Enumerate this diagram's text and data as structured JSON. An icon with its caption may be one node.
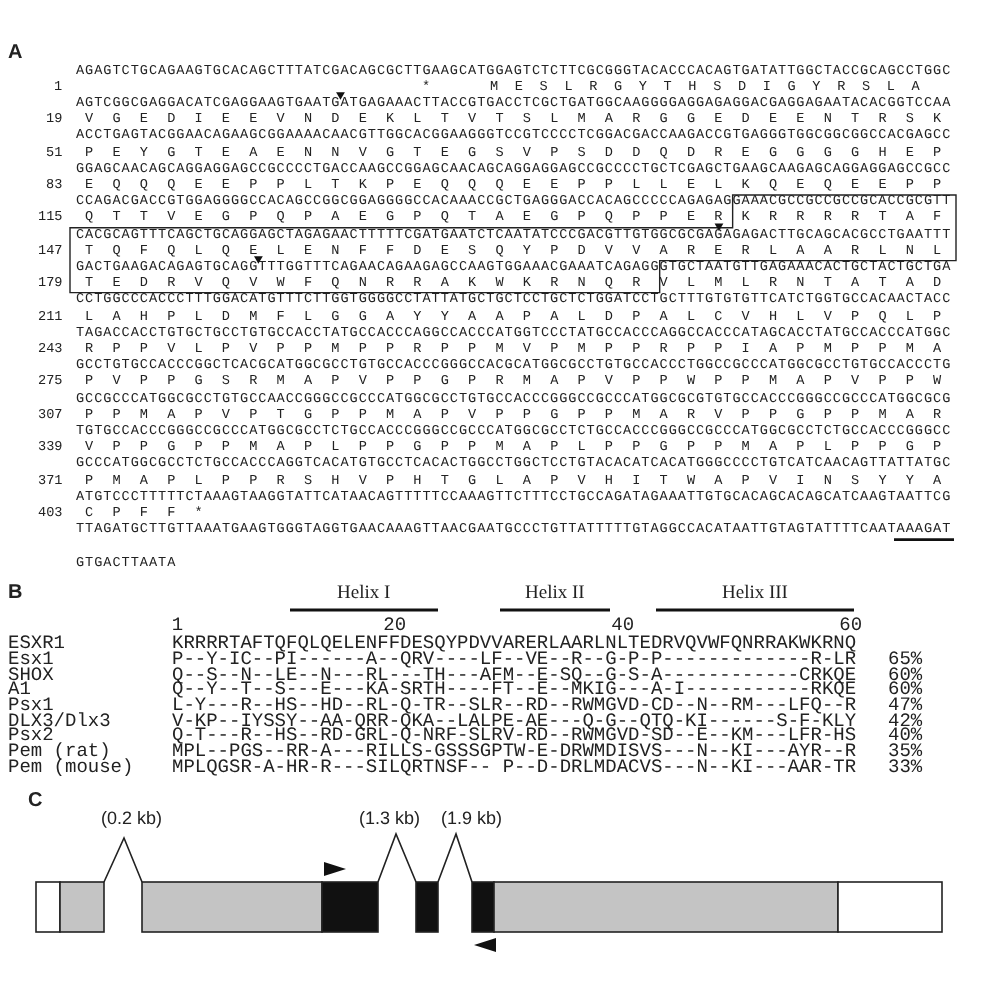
{
  "diagram": {
    "labels": [
      "A",
      "AGAGTCTGCAGAAGTGCACAGCTTTATCGACAGCGCTTGAAGCATGGAGTCTCTTCGCGGGTACACCCACAGTGATATTGGCTACCGCAGCCTGGC",
      "1",
      "*",
      "M E S L R G Y T H S D I G Y R S L A",
      "AGTCGGCGAGGACATCGAGGAAGTGAATGATGAGAAACTTACCGTGACCTCGCTGATGGCAAGGGGAGGAGAGGACGAGGAGAATACACGGTCCAA",
      "19",
      "V G E D I E E V N D E K L T V T S L M A R G G E D E E N T R S K",
      "ACCTGAGTACGGAACAGAAGCGGAAAACAACGTTGGCACGGAAGGGTCCGTCCCCTCGGACGACCAAGACCGTGAGGGTGGCGGCGGCCACGAGCC",
      "51",
      "P E Y G T E A E N N V G T E G S V P S D D Q D R E G G G G H E P",
      "GGAGCAACAGCAGGAGGAGCCGCCCCTGACCAAGCCGGAGCAACAGCAGGAGGAGCCGCCCCTGCTCGAGCTGAAGCAAGAGCAGGAGGAGCCGCC",
      "83",
      "E Q Q Q E E P P L T K P E Q Q Q E E P P L L E L K Q E Q E E P P",
      "CCAGACGACCGTGGAGGGGCCACAGCCGGCGGAGGGGCCACAAACCGCTGAGGGACCACAGCCCCCAGAGAGGAAACGCCGCCGCCGCACCGCGTT",
      "115",
      "Q T T V E G P Q P A E G P Q T A E G P Q P P E R K R R R R T A F",
      "CACGCAGTTTCAGCTGCAGGAGCTAGAGAACTTTTTCGATGAATCTCAATATCCCGACGTTGTGGCGCGAGAGAGACTTGCAGCACGCCTGAATTT",
      "147",
      "T Q F Q L Q E L E N F F D E S Q Y P D V V A R E R L A A R L N L",
      "GACTGAAGACAGAGTGCAGGTTTGGTTTCAGAACAGAAGAGCCAAGTGGAAACGAAATCAGAGGGTGCTAATGTTGAGAAACACTGCTACTGCTGA",
      "179",
      "T E D R V Q V W F Q N R R A K W K R N Q R V L M L R N T A T A D",
      "CCTGGCCCACCCTTTGGACATGTTTCTTGGTGGGGCCTATTATGCTGCTCCTGCTCTGGATCCTGCTTTGTGTGTTCATCTGGTGCCACAACTACC",
      "211",
      "L A H P L D M F L G G A Y Y A A P A L D P A L C V H L V P Q L P",
      "TAGACCACCTGTGCTGCCTGTGCCACCTATGCCACCCAGGCCACCCATGGTCCCTATGCCACCCAGGCCACCCATAGCACCTATGCCACCCATGGC",
      "243",
      "R P P V L P V P P M P P R P P M V P M P P R P P I A P M P P M A",
      "GCCTGTGCCACCCGGCTCACGCATGGCGCCTGTGCCACCCGGGCCACGCATGGCGCCTGTGCCACCCTGGCCGCCCATGGCGCCTGTGCCACCCTG",
      "275",
      "P V P P G S R M A P V P P G P R M A P V P P W P P M A P V P P W",
      "GCCGCCCATGGCGCCTGTGCCAACCGGGCCGCCCATGGCGCCTGTGCCACCCGGGCCGCCCATGGCGCGTGTGCCACCCGGGCCGCCCATGGCGCG",
      "307",
      "P P M A P V P T G P P M A P V P P G P P M A R V P P G P P M A R",
      "TGTGCCACCCGGGCCGCCCATGGCGCCTCTGCCACCCGGGCCGCCCATGGCGCCTCTGCCACCCGGGCCGCCCATGGCGCCTCTGCCACCCGGGCC",
      "339",
      "V P P G P P M A P L P P G P P M A P L P P G P P M A P L P P G P",
      "GCCCATGGCGCCTCTGCCACCCAGGTCACATGTGCCTCACACTGGCCTGGCTCCTGTACACATCACATGGGCCCCTGTCATCAACAGTTATTATGC",
      "371",
      "P M A P L P P R S H V P H T G L A P V H I T W A P V I N S Y Y A",
      "ATGTCCCTTTTTCTAAAGTAAGGTATTCATAACAGTTTTTCCAAAGTTCTTTCCTGCCAGATAGAAATTGTGCACAGCACAGCATCAAGTAATTCG",
      "403",
      "C P F F *",
      "TTAGATGCTTGTTAAATGAAGTGGGTAGGTGAACAAAGTTAACGAATGCCCTGTTATTTTTGTAGGCCACATAATTGTAGTATTTTCAATAAAGAT",
      "GTGACTTAATA",
      "B",
      "Helix I",
      "Helix II",
      "Helix III",
      "1",
      "20",
      "40",
      "60",
      "ESXR1",
      "KRRRRTAFTQFQLQELENFFDESQYPDVVARERLAARLNLTEDRVQVWFQNRRAKWKRNQ",
      "Esx1",
      "P--Y-IC--PI------A--QRV----LF--VE--R--G-P-P-------------R-LR",
      "65%",
      "SHOX",
      "Q--S--N--LE--N---RL---TH---AFM--E-SQ--G-S-A------------CRKQE",
      "60%",
      "A1",
      "Q--Y--T--S---E---KA-SRTH----FT--E--MKIG---A-I-----------RKQE",
      "60%",
      "Psx1",
      "L-Y---R--HS--HD--RL-Q-TR--SLR--RD--RWMGVD-CD--N--RM---LFQ--R",
      "47%",
      "DLX3/Dlx3",
      "V-KP--IYSSY--AA-QRR-QKA--LALPE-AE---Q-G--QTQ-KI------S-F-KLY",
      "42%",
      "Psx2",
      "Q-T---R--HS--RD-GRL-Q-NRF-SLRV-RD--RWMGVD-SD--E--KM---LFR-HS",
      "40%",
      "Pem (rat)",
      "MPL--PGS--RR-A---RILLS-GSSSGPTW-E-DRWMDISVS---N--KI---AYR--R",
      "35%",
      "Pem (mouse)",
      "MPLQGSR-A-HR-R---SILQRTNSF-- P--D-DRLMDACVS---N--KI---AAR-TR",
      "33%",
      "C",
      "(0.2 kb)",
      "(1.3 kb)",
      "(1.9 kb)"
    ]
  }
}
